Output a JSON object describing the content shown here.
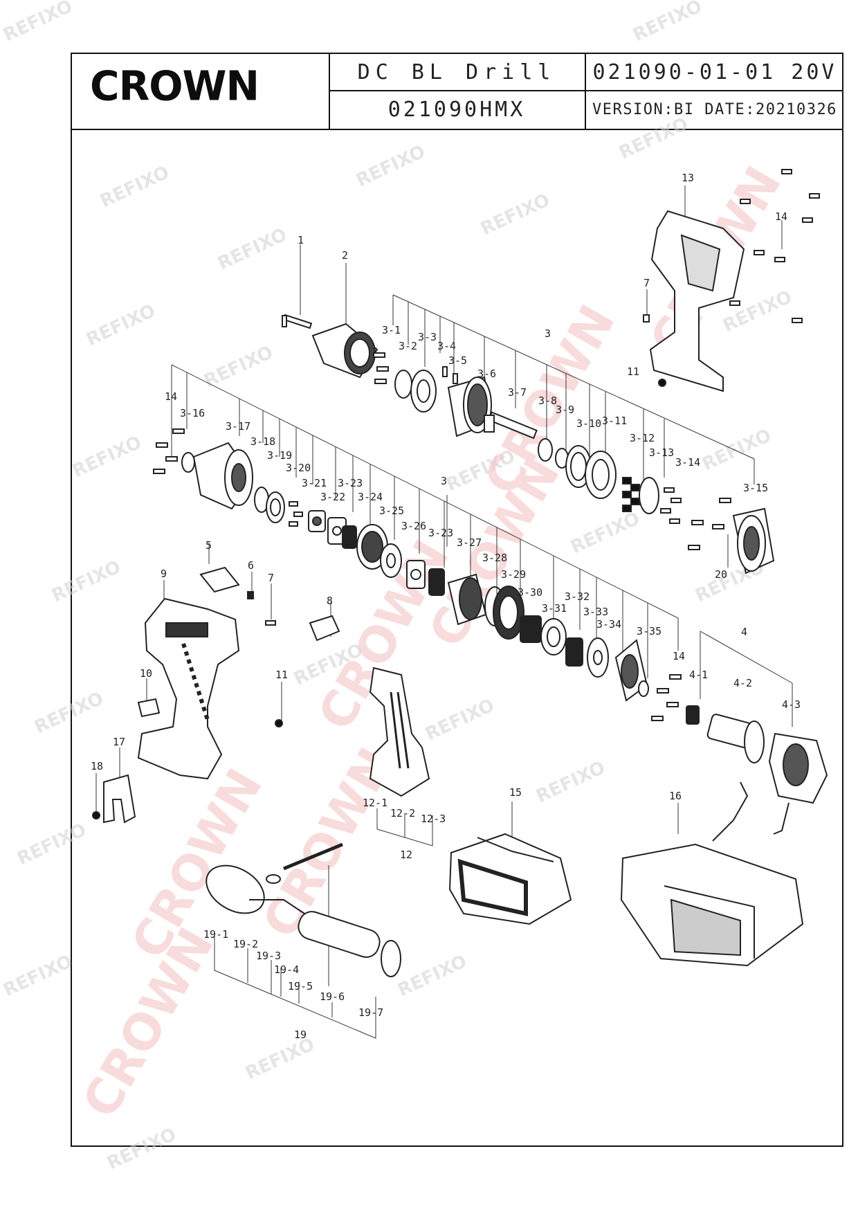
{
  "title_block": {
    "brand": "CROWN",
    "product_name": "DC BL Drill",
    "drawing_number": "021090-01-01 20V",
    "model": "021090HMX",
    "version_date": "VERSION:BI DATE:20210326"
  },
  "watermark": {
    "text": "REFIXO",
    "brand_text": "CROWN"
  },
  "part_labels": [
    "1",
    "2",
    "3",
    "3-1",
    "3-2",
    "3-3",
    "3-4",
    "3-5",
    "3-6",
    "3-7",
    "3-8",
    "3-9",
    "3-10",
    "3-11",
    "3-12",
    "3-13",
    "3-14",
    "3-15",
    "14",
    "3-16",
    "3-17",
    "3-18",
    "3-19",
    "3-20",
    "3-21",
    "3-22",
    "3-23",
    "3-24",
    "3-25",
    "3",
    "3-26",
    "3-23",
    "3-27",
    "3-28",
    "3-29",
    "3-30",
    "3-31",
    "3-32",
    "3-33",
    "3-34",
    "3-35",
    "14",
    "4",
    "4-1",
    "4-2",
    "4-3",
    "5",
    "6",
    "7",
    "8",
    "9",
    "10",
    "11",
    "12",
    "12-1",
    "12-2",
    "12-3",
    "13",
    "14",
    "7",
    "11",
    "15",
    "16",
    "17",
    "18",
    "19",
    "19-1",
    "19-2",
    "19-3",
    "19-4",
    "19-5",
    "19-6",
    "19-7",
    "20"
  ]
}
